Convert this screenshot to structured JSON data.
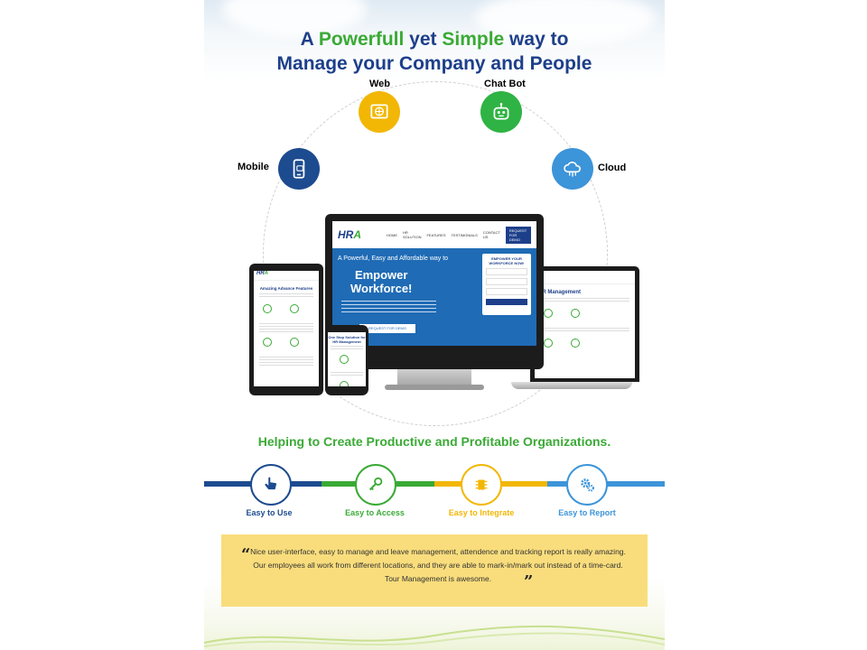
{
  "header": {
    "title_part1": "A ",
    "title_highlight1": "Powerfull",
    "title_part2": " yet ",
    "title_highlight2": "Simple",
    "title_part3": " way to",
    "title_line2": "Manage your Company and People"
  },
  "platforms": [
    {
      "label": "Web",
      "icon": "globe-icon",
      "color": "#f2b705",
      "label_color": "#f2a900"
    },
    {
      "label": "Chat Bot",
      "icon": "robot-icon",
      "color": "#2fb344",
      "label_color": "#3aaa35"
    },
    {
      "label": "Mobile",
      "icon": "mobile-icon",
      "color": "#1d4b8f",
      "label_color": "#1d3f8a"
    },
    {
      "label": "Cloud",
      "icon": "cloud-icon",
      "color": "#3c94d9",
      "label_color": "#3c94d9"
    }
  ],
  "mockup": {
    "logo_h": "HR",
    "logo_a": "A",
    "nav_items": [
      "HOME",
      "HR SOLUTION",
      "FEATURES",
      "TESTIMONIALS",
      "CONTACT US"
    ],
    "nav_demo": "REQUEST FOR DEMO",
    "hero_line": "A Powerful, Easy and Affordable way to",
    "hero_big1": "Empower",
    "hero_big2": "Workforce!",
    "hero_button": "REQUEST FOR DEMO",
    "form_title": "EMPOWER YOUR WORKFORCE NOW!",
    "tablet_heading": "Amazing Advance Features",
    "phone_heading": "One Stop Solution for HR Management",
    "laptop_heading": "HR Management"
  },
  "section2": {
    "subtitle": "Helping to Create Productive and Profitable Organizations."
  },
  "steps": [
    {
      "label": "Easy to Use",
      "icon": "hand-pointer-icon",
      "color": "#1d4b8f"
    },
    {
      "label": "Easy to Access",
      "icon": "key-icon",
      "color": "#3aaa35"
    },
    {
      "label": "Easy to Integrate",
      "icon": "chip-icon",
      "color": "#f2b705"
    },
    {
      "label": "Easy to Report",
      "icon": "gears-icon",
      "color": "#3c94d9"
    }
  ],
  "testimonial": {
    "text": "Nice user-interface, easy to manage and leave management, attendence and tracking report is really amazing. Our employees all work from different locations, and they are able to mark-in/mark out instead of a time-card. Tour Management is awesome.",
    "open_quote": "“",
    "close_quote": "”"
  }
}
